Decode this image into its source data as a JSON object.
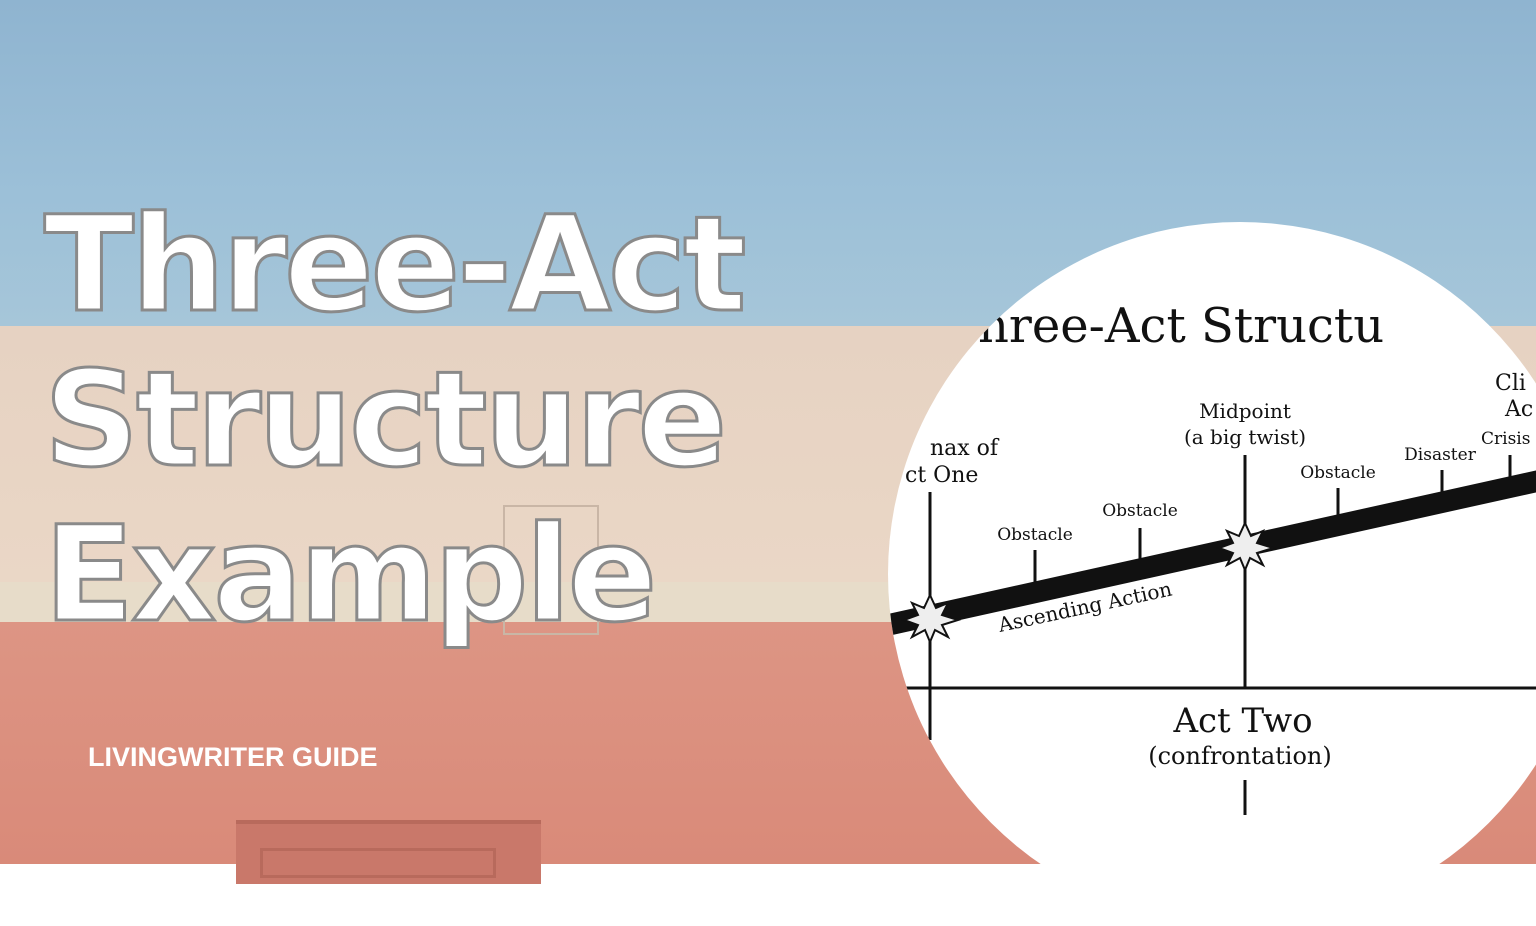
{
  "title_lines": [
    "Three-Act",
    "Structure",
    "Example"
  ],
  "guide_label": "LIVINGWRITER GUIDE",
  "diagram": {
    "heading": "hree-Act Structu",
    "climax_act_one": [
      "nax of",
      "ct One"
    ],
    "midpoint": [
      "Midpoint",
      "(a big twist)"
    ],
    "obstacles": [
      "Obstacle",
      "Obstacle",
      "Obstacle"
    ],
    "disaster": "Disaster",
    "crisis": "Crisis",
    "climax_act_two": [
      "Cli",
      "Ac"
    ],
    "ascending_action": "Ascending Action",
    "act_two": "Act Two",
    "act_two_sub": "(confrontation)"
  }
}
